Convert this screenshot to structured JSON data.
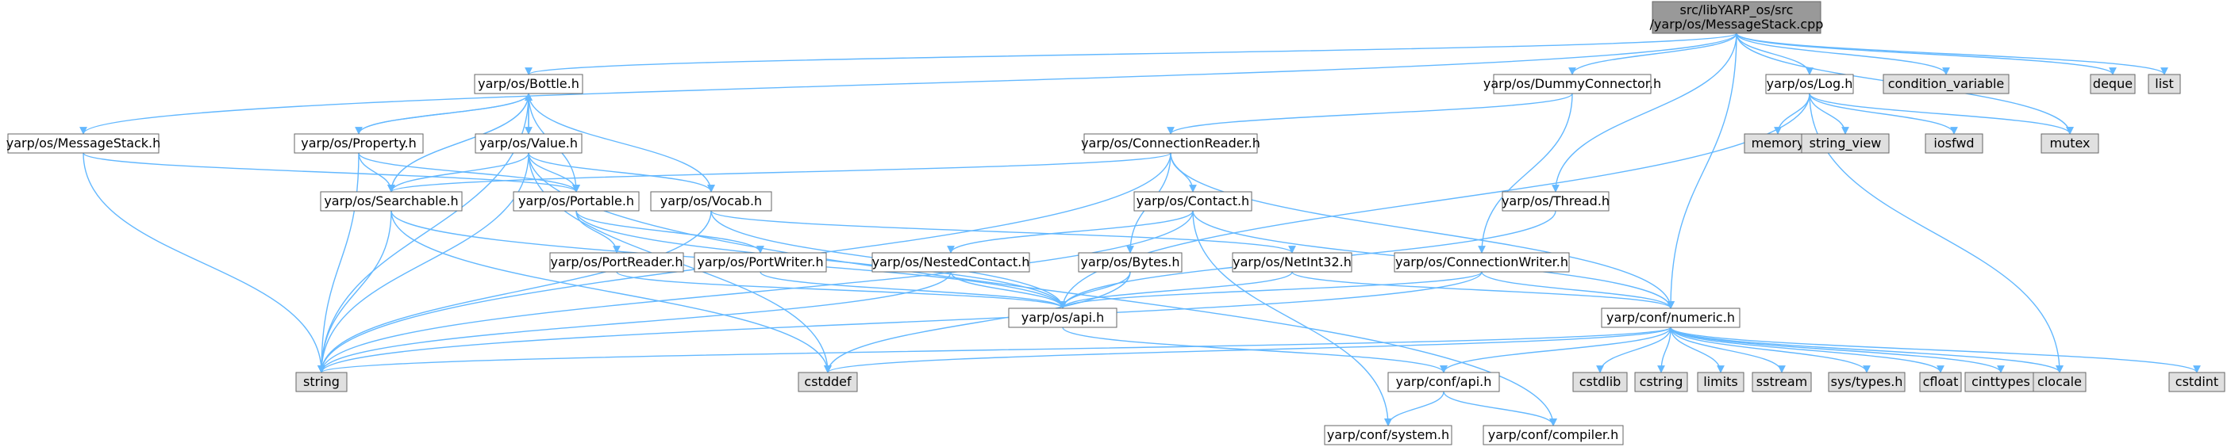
{
  "colors": {
    "root_fill": "#999999",
    "header_fill": "#ffffff",
    "system_fill": "#e0e0e0",
    "edge": "#63b8ff",
    "border": "#666666"
  },
  "nodes": [
    {
      "id": "root",
      "lines": [
        "src/libYARP_os/src",
        "/yarp/os/MessageStack.cpp"
      ],
      "kind": "root"
    },
    {
      "id": "bottle",
      "lines": [
        "yarp/os/Bottle.h"
      ],
      "kind": "header"
    },
    {
      "id": "dummyconnector",
      "lines": [
        "yarp/os/DummyConnector.h"
      ],
      "kind": "header"
    },
    {
      "id": "log",
      "lines": [
        "yarp/os/Log.h"
      ],
      "kind": "header"
    },
    {
      "id": "condition_variable",
      "lines": [
        "condition_variable"
      ],
      "kind": "system"
    },
    {
      "id": "deque",
      "lines": [
        "deque"
      ],
      "kind": "system"
    },
    {
      "id": "list",
      "lines": [
        "list"
      ],
      "kind": "system"
    },
    {
      "id": "messagestack_h",
      "lines": [
        "yarp/os/MessageStack.h"
      ],
      "kind": "header"
    },
    {
      "id": "property",
      "lines": [
        "yarp/os/Property.h"
      ],
      "kind": "header"
    },
    {
      "id": "value",
      "lines": [
        "yarp/os/Value.h"
      ],
      "kind": "header"
    },
    {
      "id": "connectionreader",
      "lines": [
        "yarp/os/ConnectionReader.h"
      ],
      "kind": "header"
    },
    {
      "id": "memory",
      "lines": [
        "memory"
      ],
      "kind": "system"
    },
    {
      "id": "string_view",
      "lines": [
        "string_view"
      ],
      "kind": "system"
    },
    {
      "id": "iosfwd",
      "lines": [
        "iosfwd"
      ],
      "kind": "system"
    },
    {
      "id": "mutex",
      "lines": [
        "mutex"
      ],
      "kind": "system"
    },
    {
      "id": "searchable",
      "lines": [
        "yarp/os/Searchable.h"
      ],
      "kind": "header"
    },
    {
      "id": "portable",
      "lines": [
        "yarp/os/Portable.h"
      ],
      "kind": "header"
    },
    {
      "id": "vocab",
      "lines": [
        "yarp/os/Vocab.h"
      ],
      "kind": "header"
    },
    {
      "id": "contact",
      "lines": [
        "yarp/os/Contact.h"
      ],
      "kind": "header"
    },
    {
      "id": "thread",
      "lines": [
        "yarp/os/Thread.h"
      ],
      "kind": "header"
    },
    {
      "id": "portreader",
      "lines": [
        "yarp/os/PortReader.h"
      ],
      "kind": "header"
    },
    {
      "id": "portwriter",
      "lines": [
        "yarp/os/PortWriter.h"
      ],
      "kind": "header"
    },
    {
      "id": "nestedcontact",
      "lines": [
        "yarp/os/NestedContact.h"
      ],
      "kind": "header"
    },
    {
      "id": "bytes",
      "lines": [
        "yarp/os/Bytes.h"
      ],
      "kind": "header"
    },
    {
      "id": "netint32",
      "lines": [
        "yarp/os/NetInt32.h"
      ],
      "kind": "header"
    },
    {
      "id": "connectionwriter",
      "lines": [
        "yarp/os/ConnectionWriter.h"
      ],
      "kind": "header"
    },
    {
      "id": "api",
      "lines": [
        "yarp/os/api.h"
      ],
      "kind": "header"
    },
    {
      "id": "numeric",
      "lines": [
        "yarp/conf/numeric.h"
      ],
      "kind": "header"
    },
    {
      "id": "string",
      "lines": [
        "string"
      ],
      "kind": "system"
    },
    {
      "id": "cstddef",
      "lines": [
        "cstddef"
      ],
      "kind": "system"
    },
    {
      "id": "confapi",
      "lines": [
        "yarp/conf/api.h"
      ],
      "kind": "header"
    },
    {
      "id": "cstdlib",
      "lines": [
        "cstdlib"
      ],
      "kind": "system"
    },
    {
      "id": "cstring",
      "lines": [
        "cstring"
      ],
      "kind": "system"
    },
    {
      "id": "limits",
      "lines": [
        "limits"
      ],
      "kind": "system"
    },
    {
      "id": "sstream",
      "lines": [
        "sstream"
      ],
      "kind": "system"
    },
    {
      "id": "systypes",
      "lines": [
        "sys/types.h"
      ],
      "kind": "system"
    },
    {
      "id": "cfloat",
      "lines": [
        "cfloat"
      ],
      "kind": "system"
    },
    {
      "id": "cinttypes",
      "lines": [
        "cinttypes"
      ],
      "kind": "system"
    },
    {
      "id": "clocale",
      "lines": [
        "clocale"
      ],
      "kind": "system"
    },
    {
      "id": "cstdint",
      "lines": [
        "cstdint"
      ],
      "kind": "system"
    },
    {
      "id": "system",
      "lines": [
        "yarp/conf/system.h"
      ],
      "kind": "header"
    },
    {
      "id": "compiler",
      "lines": [
        "yarp/conf/compiler.h"
      ],
      "kind": "header"
    }
  ],
  "edges": [
    [
      "root",
      "messagestack_h"
    ],
    [
      "root",
      "bottle"
    ],
    [
      "root",
      "dummyconnector"
    ],
    [
      "root",
      "log"
    ],
    [
      "root",
      "condition_variable"
    ],
    [
      "root",
      "deque"
    ],
    [
      "root",
      "list"
    ],
    [
      "root",
      "mutex"
    ],
    [
      "root",
      "thread"
    ],
    [
      "root",
      "numeric"
    ],
    [
      "messagestack_h",
      "portable"
    ],
    [
      "messagestack_h",
      "string"
    ],
    [
      "bottle",
      "property"
    ],
    [
      "bottle",
      "value"
    ],
    [
      "bottle",
      "searchable"
    ],
    [
      "bottle",
      "portable"
    ],
    [
      "bottle",
      "vocab"
    ],
    [
      "bottle",
      "string"
    ],
    [
      "property",
      "bottle"
    ],
    [
      "property",
      "searchable"
    ],
    [
      "property",
      "portable"
    ],
    [
      "property",
      "string"
    ],
    [
      "value",
      "bottle"
    ],
    [
      "value",
      "searchable"
    ],
    [
      "value",
      "portable"
    ],
    [
      "value",
      "vocab"
    ],
    [
      "value",
      "string"
    ],
    [
      "value",
      "cstddef"
    ],
    [
      "value",
      "compiler"
    ],
    [
      "searchable",
      "bottle"
    ],
    [
      "searchable",
      "api"
    ],
    [
      "searchable",
      "string"
    ],
    [
      "searchable",
      "cstddef"
    ],
    [
      "portable",
      "portreader"
    ],
    [
      "portable",
      "portwriter"
    ],
    [
      "portable",
      "api"
    ],
    [
      "portreader",
      "api"
    ],
    [
      "portwriter",
      "api"
    ],
    [
      "vocab",
      "netint32"
    ],
    [
      "vocab",
      "string"
    ],
    [
      "vocab",
      "api"
    ],
    [
      "dummyconnector",
      "connectionreader"
    ],
    [
      "dummyconnector",
      "connectionwriter"
    ],
    [
      "connectionreader",
      "contact"
    ],
    [
      "connectionreader",
      "bytes"
    ],
    [
      "connectionreader",
      "searchable"
    ],
    [
      "connectionreader",
      "string"
    ],
    [
      "connectionreader",
      "numeric"
    ],
    [
      "contact",
      "nestedcontact"
    ],
    [
      "contact",
      "string"
    ],
    [
      "contact",
      "numeric"
    ],
    [
      "contact",
      "system"
    ],
    [
      "nestedcontact",
      "api"
    ],
    [
      "nestedcontact",
      "string"
    ],
    [
      "bytes",
      "api"
    ],
    [
      "bytes",
      "cstddef"
    ],
    [
      "netint32",
      "api"
    ],
    [
      "netint32",
      "numeric"
    ],
    [
      "connectionwriter",
      "api"
    ],
    [
      "connectionwriter",
      "numeric"
    ],
    [
      "connectionwriter",
      "string"
    ],
    [
      "thread",
      "api"
    ],
    [
      "log",
      "memory"
    ],
    [
      "log",
      "string_view"
    ],
    [
      "log",
      "iosfwd"
    ],
    [
      "log",
      "mutex"
    ],
    [
      "log",
      "api"
    ],
    [
      "log",
      "clocale"
    ],
    [
      "api",
      "confapi"
    ],
    [
      "numeric",
      "string"
    ],
    [
      "numeric",
      "cstddef"
    ],
    [
      "numeric",
      "confapi"
    ],
    [
      "numeric",
      "cstdlib"
    ],
    [
      "numeric",
      "cstring"
    ],
    [
      "numeric",
      "limits"
    ],
    [
      "numeric",
      "sstream"
    ],
    [
      "numeric",
      "systypes"
    ],
    [
      "numeric",
      "cfloat"
    ],
    [
      "numeric",
      "cinttypes"
    ],
    [
      "numeric",
      "clocale"
    ],
    [
      "numeric",
      "cstdint"
    ],
    [
      "confapi",
      "system"
    ],
    [
      "confapi",
      "compiler"
    ]
  ]
}
